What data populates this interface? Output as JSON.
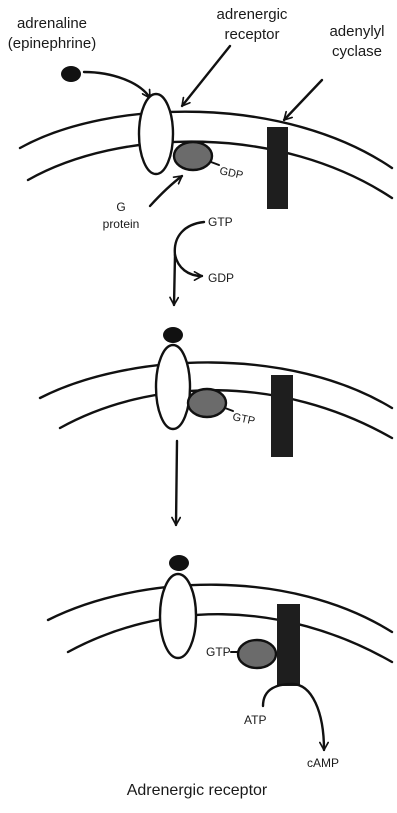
{
  "labels": {
    "adrenaline_line1": "adrenaline",
    "adrenaline_line2": "(epinephrine)",
    "receptor_line1": "adrenergic",
    "receptor_line2": "receptor",
    "cyclase_line1": "adenylyl",
    "cyclase_line2": "cyclase",
    "g_line1": "G",
    "g_line2": "protein",
    "gdp_bound": "GDP",
    "gtp_in": "GTP",
    "gdp_out": "GDP",
    "gtp_bound_2": "GTP",
    "gtp_bound_3": "GTP",
    "atp": "ATP",
    "camp": "cAMP",
    "caption": "Adrenergic receptor"
  },
  "colors": {
    "ink": "#111111",
    "g_protein_fill": "#6b6b6b",
    "cyclase_fill": "#1e1e1e",
    "background": "#ffffff"
  }
}
